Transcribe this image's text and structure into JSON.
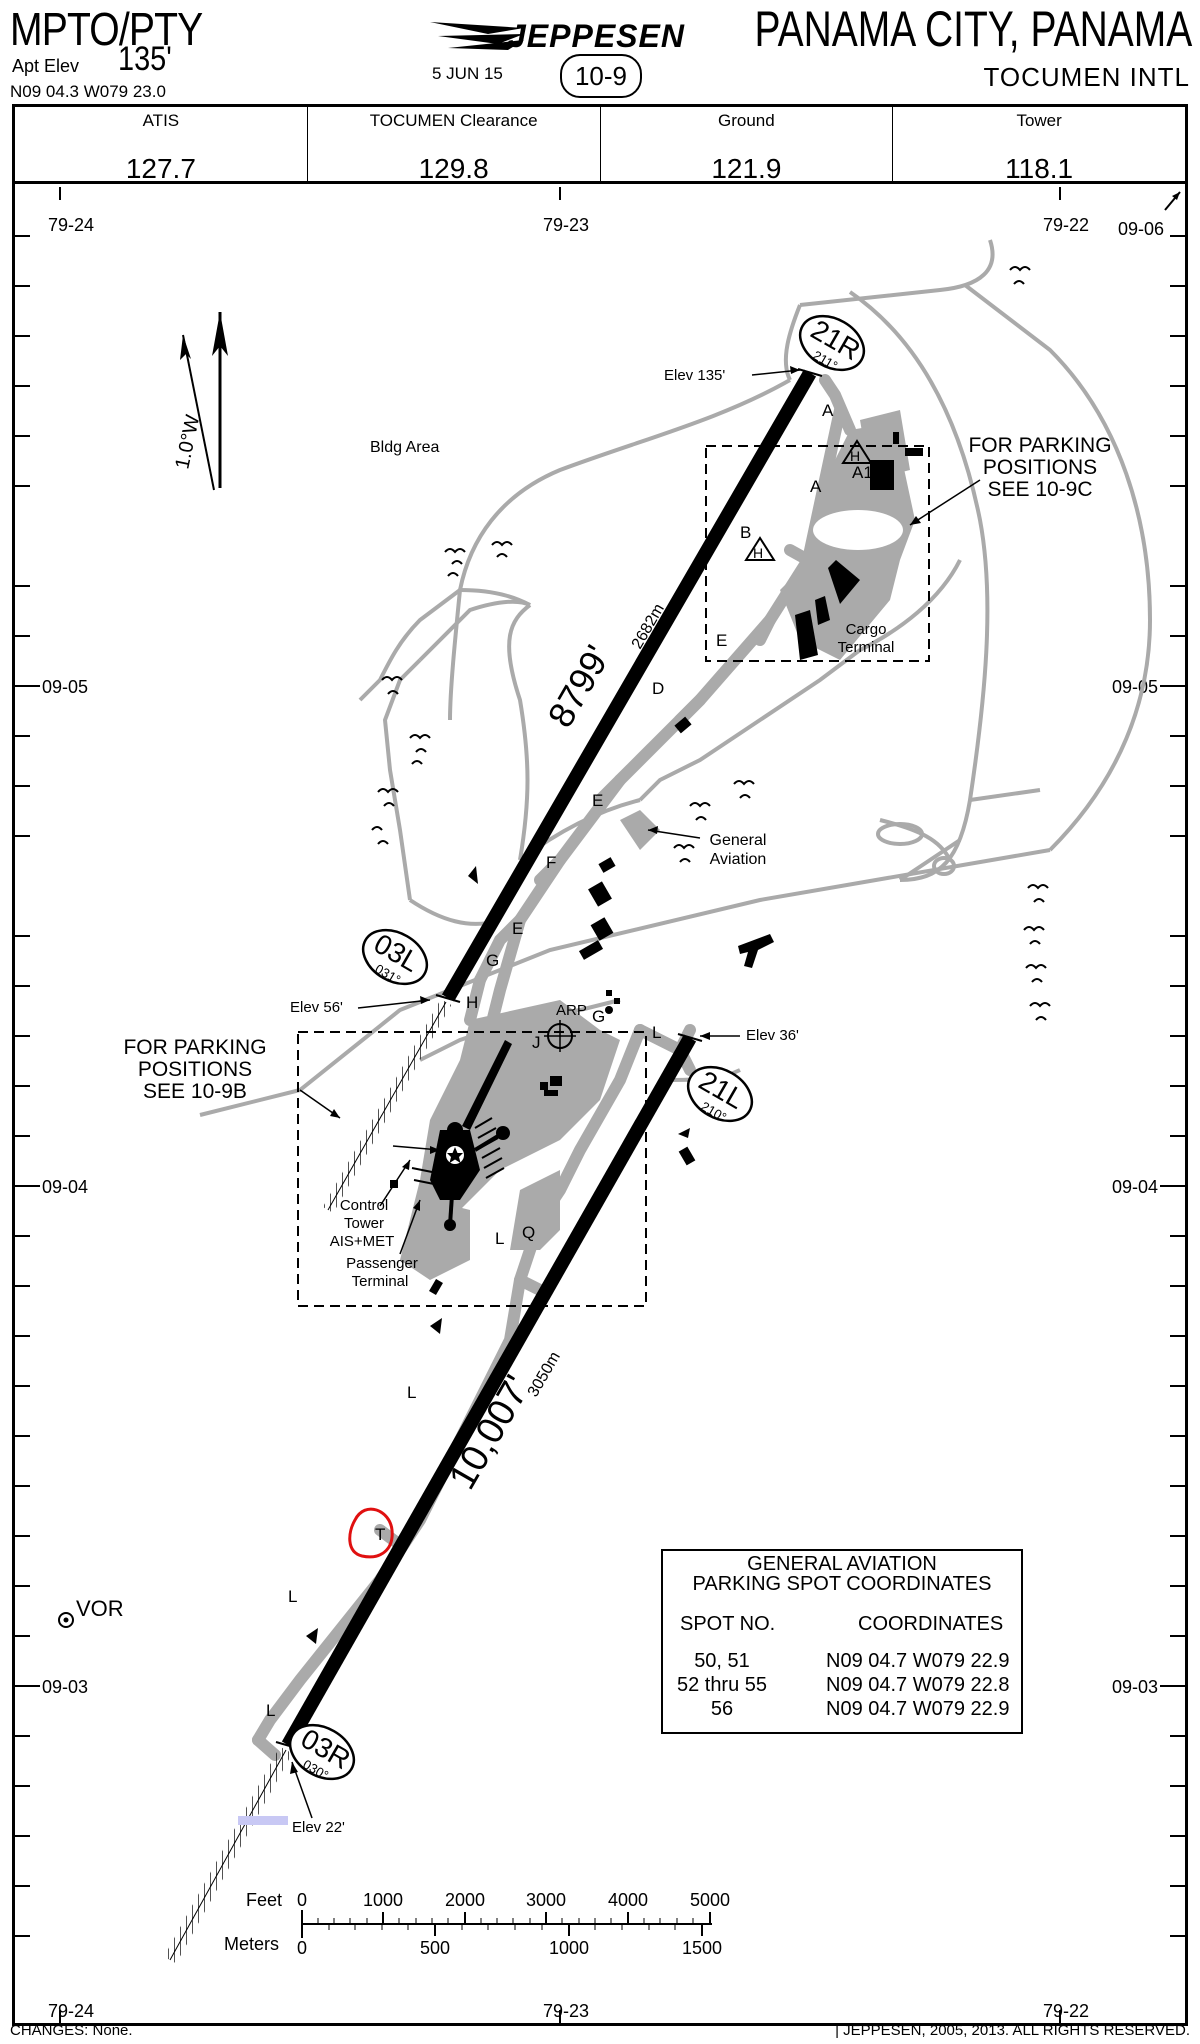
{
  "header": {
    "icao": "MPTO/PTY",
    "apt_elev_label": "Apt Elev",
    "apt_elev_value": "135'",
    "coords": "N09 04.3 W079 23.0",
    "logo": "JEPPESEN",
    "date": "5 JUN 15",
    "chart_no": "10-9",
    "city": "PANAMA CITY, PANAMA",
    "airport": "TOCUMEN INTL"
  },
  "frequencies": [
    {
      "name": "ATIS",
      "value": "127.7"
    },
    {
      "name": "TOCUMEN Clearance",
      "value": "129.8"
    },
    {
      "name": "Ground",
      "value": "121.9"
    },
    {
      "name": "Tower",
      "value": "118.1"
    }
  ],
  "grid": {
    "lon_top": [
      "79-24",
      "79-23",
      "79-22"
    ],
    "lat_side": [
      "09-06",
      "09-05",
      "09-04",
      "09-03"
    ]
  },
  "magnetic_variation": "1.0°W",
  "labels": {
    "bldg_area": "Bldg Area",
    "parking_c_line1": "FOR PARKING",
    "parking_c_line2": "POSITIONS",
    "parking_c_line3": "SEE 10-9C",
    "parking_b_line1": "FOR PARKING",
    "parking_b_line2": "POSITIONS",
    "parking_b_line3": "SEE 10-9B",
    "cargo_line1": "Cargo",
    "cargo_line2": "Terminal",
    "ga_line1": "General",
    "ga_line2": "Aviation",
    "control_line1": "Control",
    "control_line2": "Tower",
    "ais_met": "AIS+MET",
    "pax_line1": "Passenger",
    "pax_line2": "Terminal",
    "arp": "ARP",
    "vor": "VOR"
  },
  "runways": {
    "rwy21R": {
      "designator": "21R",
      "heading": "211°",
      "elev": "Elev 135'"
    },
    "rwy03L": {
      "designator": "03L",
      "heading": "031°",
      "elev": "Elev 56'"
    },
    "rwy21L": {
      "designator": "21L",
      "heading": "210°",
      "elev": "Elev 36'"
    },
    "rwy03R": {
      "designator": "03R",
      "heading": "030°",
      "elev": "Elev 22'"
    },
    "north_length_ft": "8799'",
    "north_length_m": "2682m",
    "south_length_ft": "10,007'",
    "south_length_m": "3050m"
  },
  "taxiways": [
    "A",
    "A",
    "A1",
    "B",
    "E",
    "D",
    "E",
    "F",
    "E",
    "G",
    "H",
    "J",
    "G",
    "L",
    "L",
    "Q",
    "L",
    "T",
    "L",
    "L"
  ],
  "ga_parking_table": {
    "title_line1": "GENERAL AVIATION",
    "title_line2": "PARKING SPOT COORDINATES",
    "col_spot": "SPOT NO.",
    "col_coord": "COORDINATES",
    "rows": [
      {
        "spot": "50, 51",
        "coord": "N09 04.7 W079 22.9"
      },
      {
        "spot": "52 thru 55",
        "coord": "N09 04.7 W079 22.8"
      },
      {
        "spot": "56",
        "coord": "N09 04.7 W079 22.9"
      }
    ]
  },
  "scale": {
    "feet_label": "Feet",
    "meters_label": "Meters",
    "feet_ticks": [
      "0",
      "1000",
      "2000",
      "3000",
      "4000",
      "5000"
    ],
    "meters_ticks": [
      "0",
      "500",
      "1000",
      "1500"
    ]
  },
  "footer": {
    "changes": "CHANGES:  None.",
    "copyright": "|  JEPPESEN, 2005, 2013. ALL RIGHTS RESERVED."
  }
}
